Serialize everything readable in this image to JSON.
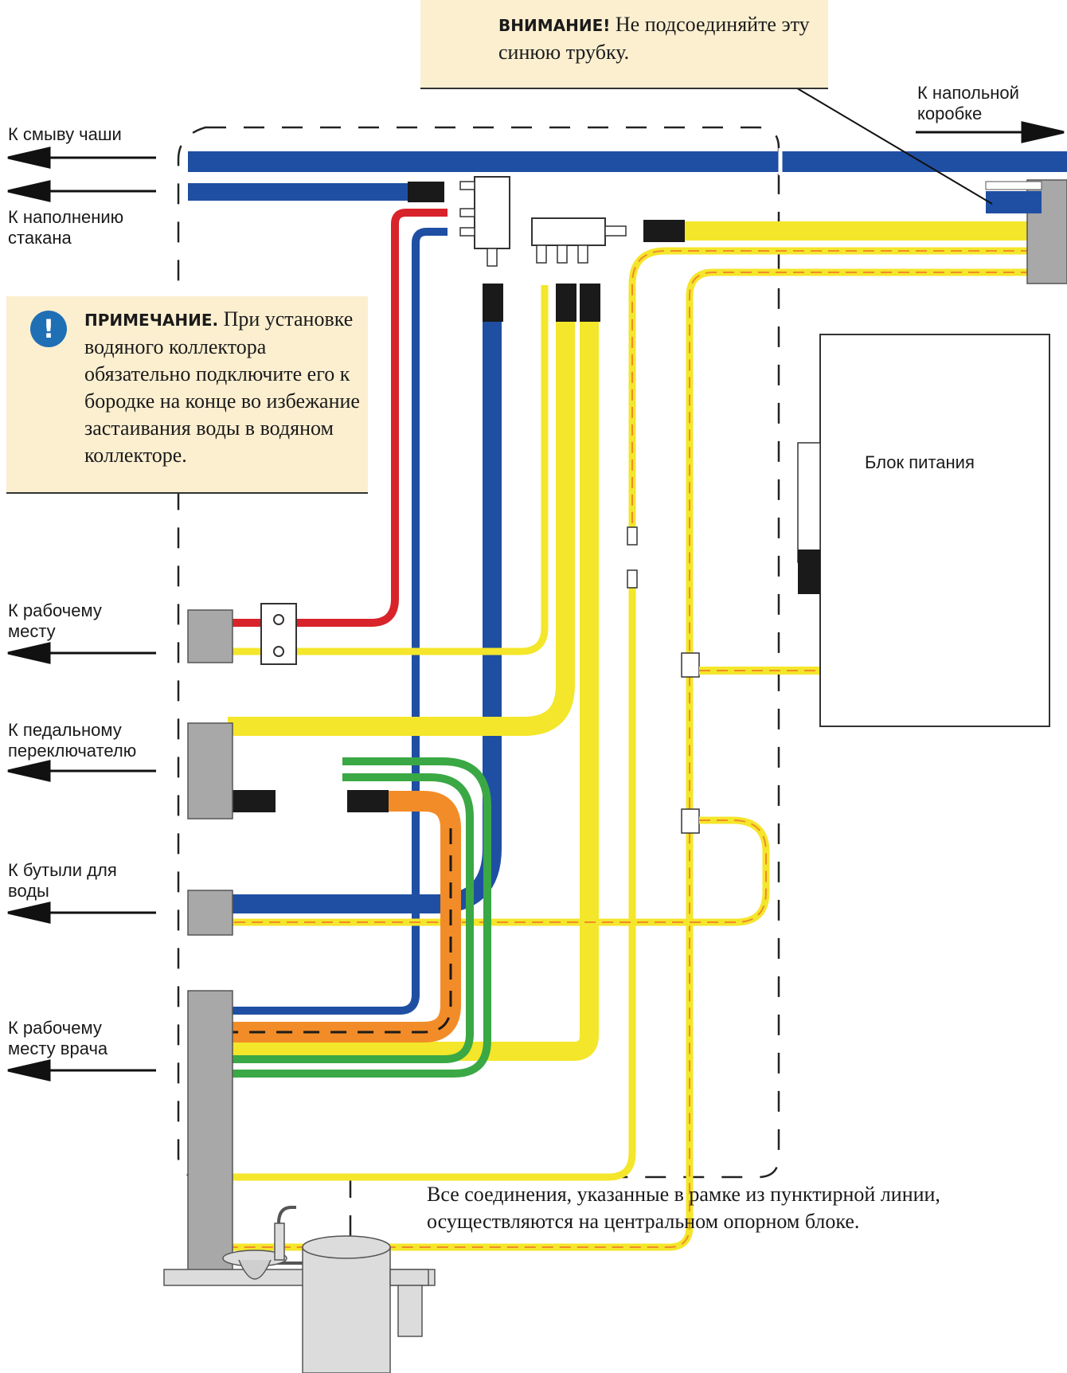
{
  "warning": {
    "title": "ВНИМАНИЕ!",
    "text": "Не подсоединяйте эту синюю трубку."
  },
  "note": {
    "title": "ПРИМЕЧАНИЕ.",
    "text": "При установке водяного коллектора обязательно подключите его к бородке на конце во избежание застаивания воды в водяном коллекторе."
  },
  "labels": {
    "floor_box": [
      "К напольной",
      "коробке"
    ],
    "bowl_flush": "К смыву чаши",
    "cup_fill": [
      "К наполнению",
      "стакана"
    ],
    "workplace": [
      "К рабочему",
      "месту"
    ],
    "pedal": [
      "К педальному",
      "переключателю"
    ],
    "water_bottle": [
      "К бутыли для",
      "воды"
    ],
    "doctor_workplace": [
      "К рабочему",
      "месту врача"
    ],
    "power_supply": "Блок питания"
  },
  "footnote": "Все соединения, указанные в рамке из пунктирной линии, осуществляются на центральном опорном блоке.",
  "colors": {
    "blue_tube": "#1f4fa3",
    "red_tube": "#d8232a",
    "yellow_tube": "#f4e62a",
    "orange_tube": "#f28c28",
    "green_tube": "#3aa845",
    "purple_tube": "#7b2c8f",
    "callout_bg": "#fbefd0",
    "note_icon": "#1f6fb5"
  }
}
